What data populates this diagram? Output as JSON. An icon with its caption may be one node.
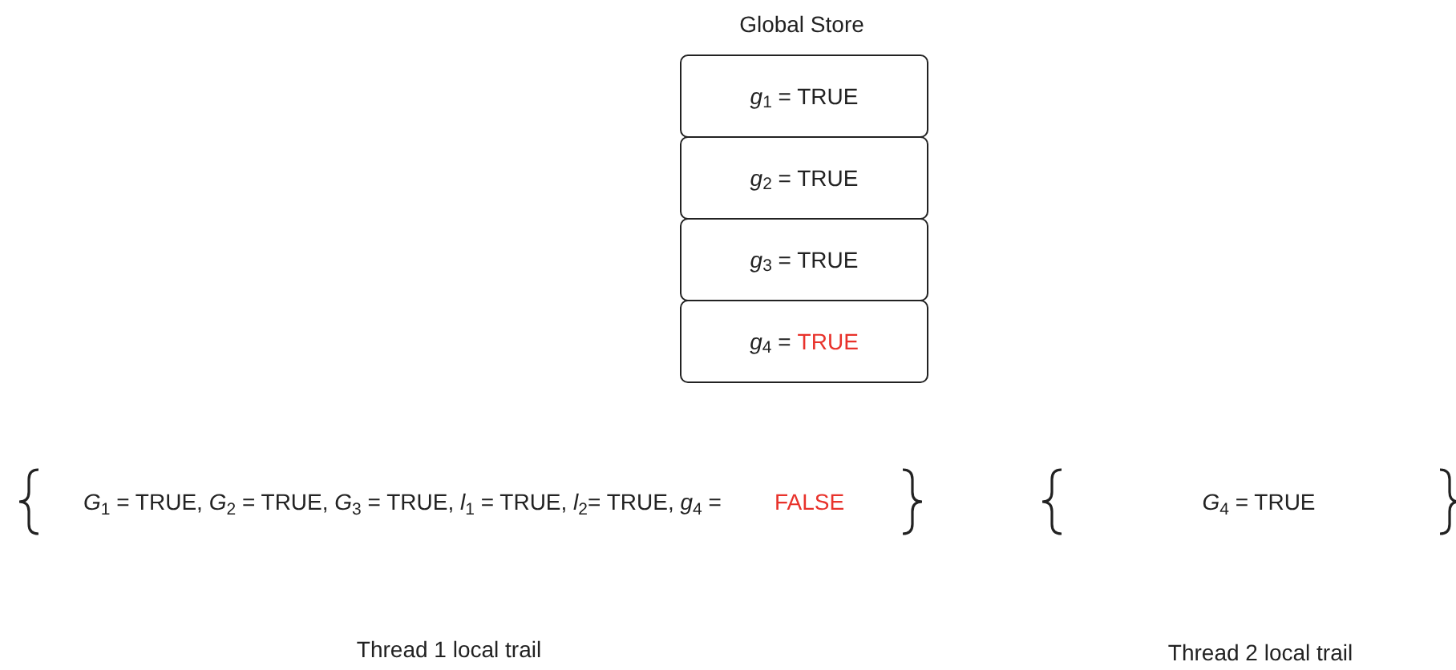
{
  "diagram": {
    "nodes": [
      {
        "text": [
          "*g*$_{1}$ = TRUE"
        ]
      },
      {
        "text": [
          "*g*$_{2}$ = TRUE"
        ]
      },
      {
        "text": [
          "*g*$_{3}$ = TRUE"
        ]
      },
      {
        "text": [
          "*g*$_{4}$ =",
          "TRUE"
        ]
      }
    ],
    "labels": [
      "Global Store",
      "*G*$_{1}$ = TRUE, *G*$_{2}$ = TRUE, *G*$_{3}$ = TRUE, *l*$_{1}$ = TRUE, *l*$_{2}$= TRUE, *g*$_{4}$ =",
      "FALSE",
      "*G*$_{4}$ = TRUE",
      "Thread 1 local trail",
      "Thread 2 local trail"
    ]
  }
}
